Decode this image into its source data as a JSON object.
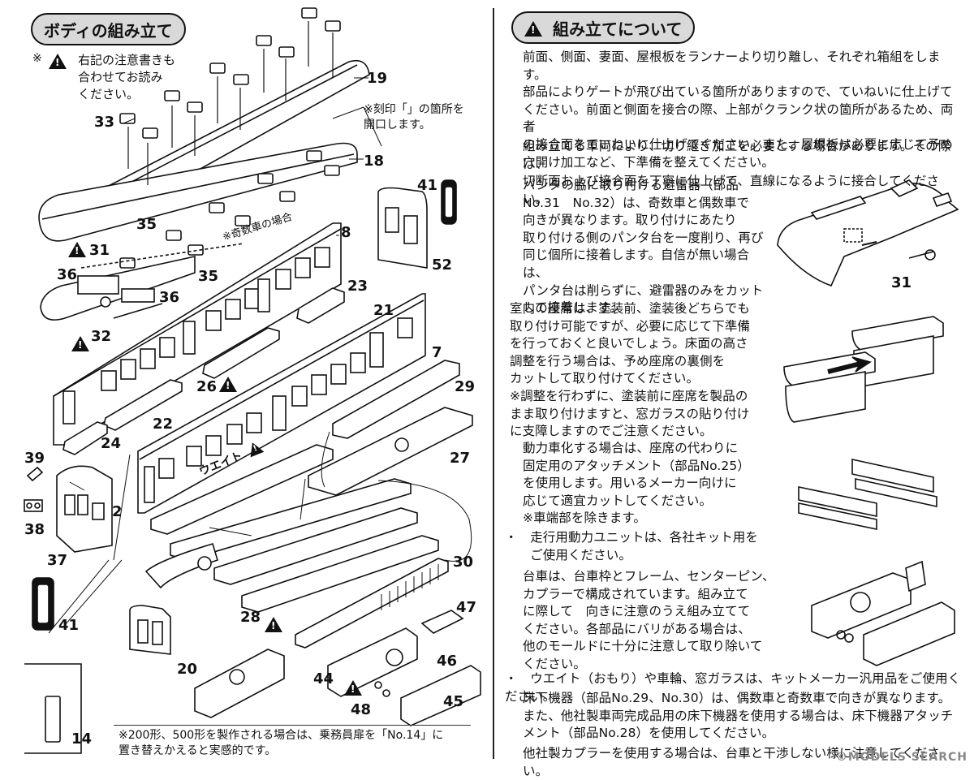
{
  "left": {
    "title": "ボディの組み立て",
    "caution_mark": "※",
    "caution_text": "右記の注意書きも\n合わせてお読み\nください。",
    "engrave_note": "※刻印「」の箇所を\n開口します。",
    "odd_car_note": "※奇数車の場合",
    "weight_label": "ウエイト",
    "bottom_note": "※200形、500形を製作される場合は、乗務員扉を「No.14」に\n置き替えかえると実感的です。",
    "parts": {
      "p19": "19",
      "p33": "33",
      "p18": "18",
      "p41a": "41",
      "p52": "52",
      "p35a": "35",
      "p8": "8",
      "p31": "31",
      "p36a": "36",
      "p35b": "35",
      "p36b": "36",
      "p23": "23",
      "p32": "32",
      "p21": "21",
      "p7": "7",
      "p26": "26",
      "p29": "29",
      "p22": "22",
      "p24": "24",
      "p27": "27",
      "p39": "39",
      "p2": "2",
      "p38": "38",
      "p37": "37",
      "p30": "30",
      "p41b": "41",
      "p28": "28",
      "p47": "47",
      "p20": "20",
      "p46": "46",
      "p44": "44",
      "p48": "48",
      "p45": "45",
      "p14": "14"
    }
  },
  "right": {
    "title": "組み立てについて",
    "paragraphs": {
      "p1": "前面、側面、妻面、屋根板をランナーより切り離し、それぞれ箱組をします。\n部品によりゲートが飛び出ている箇所がありますので、ていねいに仕上げて\nください。前面と側面を接合の際、上部がクランク状の箇所があるため、両者\nの接合面をていねいに仕上げてください。また、屋根板は必要に応じて予め\n穴開け加工など、下準備を整えてください。",
      "p2": "組み立てる車両により、切り継ぎ加工を必要とする場合があります。その際は、\n切断面および接合面を丁寧に仕上げて、直線になるように接合してください。",
      "p3": "パンタの脇に取り付ける避雷器（部品\nNo.31　No.32）は、奇数車と偶数車で\n向きが異なります。取り付けにあたり\n取り付ける側のパンタ台を一度削り、再び\n同じ個所に接着します。自信が無い場合は、\nパンタ台は削らずに、避雷器のみをカット\nして接着します。",
      "p4": "室内の座席は、塗装前、塗装後どちらでも\n取り付け可能ですが、必要に応じて下準備\nを行っておくと良いでしょう。床面の高さ\n調整を行う場合は、予め座席の裏側を\nカットして取り付けてください。\n※調整を行わずに、塗装前に座席を製品の\nまま取り付けますと、窓ガラスの貼り付け\nに支障しますのでご注意ください。",
      "p5": "動力車化する場合は、座席の代わりに\n固定用のアタッチメント（部品No.25）\nを使用します。用いるメーカー向けに\n応じて適宜カットしてください。\n※車端部を除きます。",
      "p6": "・　走行用動力ユニットは、各社キット用を\n　　ご使用ください。",
      "p7": "台車は、台車枠とフレーム、センターピン、\nカプラーで構成されています。組み立て\nに際して　向きに注意のうえ組み立てて\nください。各部品にバリがある場合は、\n他のモールドに十分に注意して取り除いて\nください。",
      "p8": "・　ウエイト（おもり）や車輪、窓ガラスは、キットメーカー汎用品をご使用ください。",
      "p9": "床下機器（部品No.29、No.30）は、偶数車と奇数車で向きが異なります。\nまた、他社製車両完成品用の床下機器を使用する場合は、床下機器アタッチ\nメント（部品No.28）を使用してください。",
      "p10": "他社製カプラーを使用する場合は、台車と干渉しない様に注意してください。"
    },
    "fig_label_31": "31"
  },
  "watermark": "©MODELS SEARCH"
}
